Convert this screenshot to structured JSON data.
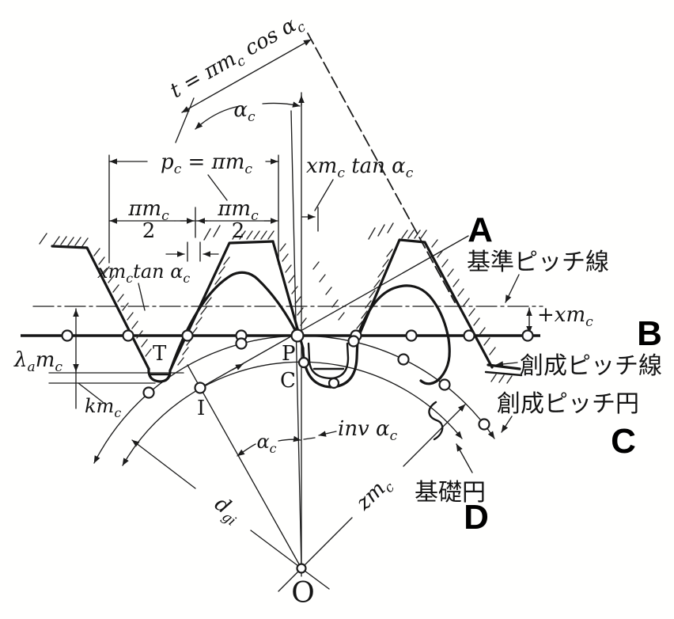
{
  "colors": {
    "ink": "#1c1c1c",
    "paper": "#ffffff"
  },
  "dimensions": {
    "base_pitch": {
      "parts": [
        {
          "t": "t = πm"
        },
        {
          "t": "c",
          "sub": true
        },
        {
          "t": " cos α"
        },
        {
          "t": "c",
          "sub": true
        }
      ]
    },
    "pressure_angle_top": {
      "parts": [
        {
          "t": "α"
        },
        {
          "t": "c",
          "sub": true
        }
      ]
    },
    "pitch": {
      "parts": [
        {
          "t": "p"
        },
        {
          "t": "c",
          "sub": true
        },
        {
          "t": " = πm"
        },
        {
          "t": "c",
          "sub": true
        }
      ]
    },
    "half_pitch_left": {
      "numerator": {
        "parts": [
          {
            "t": "πm"
          },
          {
            "t": "c",
            "sub": true
          }
        ]
      },
      "denominator": "2"
    },
    "half_pitch_right": {
      "numerator": {
        "parts": [
          {
            "t": "πm"
          },
          {
            "t": "c",
            "sub": true
          }
        ]
      },
      "denominator": "2"
    },
    "shift_tan_top": {
      "parts": [
        {
          "t": "xm"
        },
        {
          "t": "c",
          "sub": true
        },
        {
          "t": " tan α"
        },
        {
          "t": "c",
          "sub": true
        }
      ]
    },
    "shift_tan_left": {
      "parts": [
        {
          "t": "xm"
        },
        {
          "t": "c",
          "sub": true
        },
        {
          "t": "tan α"
        },
        {
          "t": "c",
          "sub": true
        }
      ]
    },
    "profile_shift": {
      "parts": [
        {
          "t": "+xm"
        },
        {
          "t": "c",
          "sub": true
        }
      ]
    },
    "cutter_addendum": {
      "parts": [
        {
          "t": "λ"
        },
        {
          "t": "a",
          "sub": true
        },
        {
          "t": "m"
        },
        {
          "t": "c",
          "sub": true
        }
      ]
    },
    "clearance": {
      "parts": [
        {
          "t": "km"
        },
        {
          "t": "c",
          "sub": true
        }
      ]
    },
    "limit_diameter": {
      "parts": [
        {
          "t": "d"
        },
        {
          "t": "gi",
          "sub": true
        }
      ]
    },
    "pitch_diameter": {
      "parts": [
        {
          "t": "zm"
        },
        {
          "t": "c",
          "sub": true
        }
      ]
    },
    "involute_angle": {
      "parts": [
        {
          "t": "inv α"
        },
        {
          "t": "c",
          "sub": true
        }
      ]
    },
    "pressure_angle_bottom": {
      "parts": [
        {
          "t": "α"
        },
        {
          "t": "c",
          "sub": true
        }
      ]
    }
  },
  "points": {
    "t": "T",
    "p": "P",
    "c": "C",
    "i": "I",
    "o": "O"
  },
  "annotations": {
    "a": "A",
    "b": "B",
    "c": "C",
    "d": "D"
  },
  "japanese": {
    "reference_pitch_line": "基準ピッチ線",
    "generating_pitch_line": "創成ピッチ線",
    "generating_pitch_circle": "創成ピッチ円",
    "base_circle": "基礎円"
  }
}
